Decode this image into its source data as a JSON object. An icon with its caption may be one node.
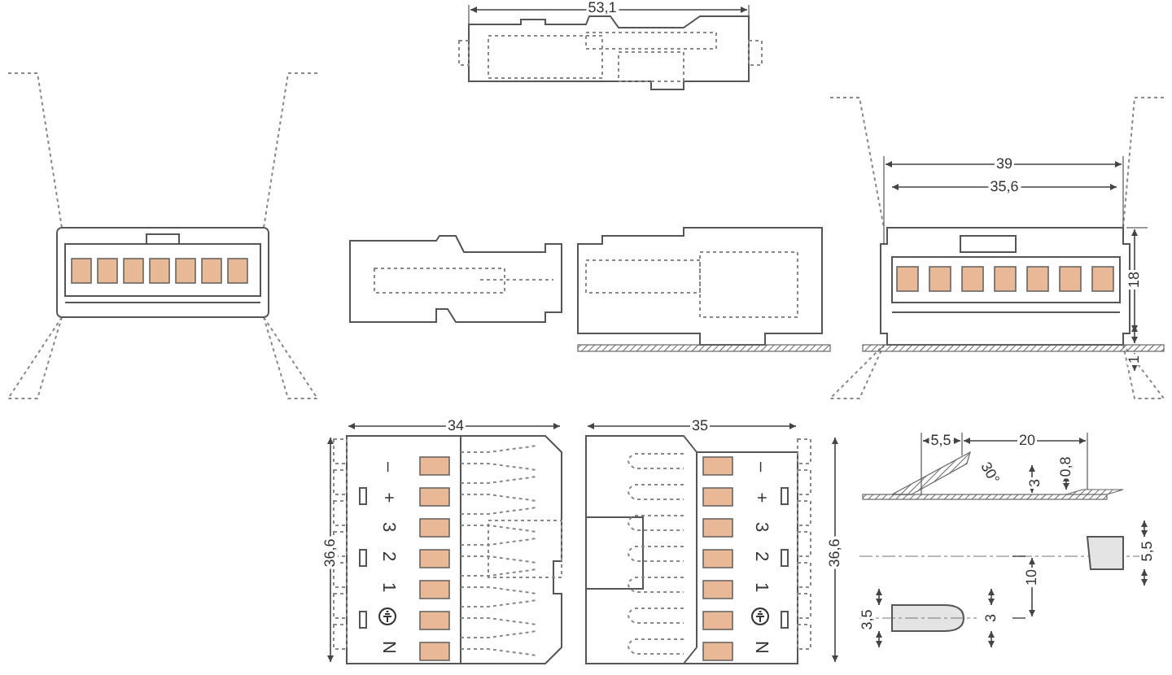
{
  "diagram": {
    "labels": [
      "53,1",
      "39",
      "35,6",
      "18",
      "1",
      "34",
      "35",
      "5,5",
      "20",
      "30°",
      "0,8",
      "3",
      "36,6",
      "–",
      "+",
      "3",
      "2",
      "1",
      "N",
      "–",
      "+",
      "3",
      "2",
      "1",
      "N",
      "36,6",
      "5,5",
      "10",
      "3,5",
      "3"
    ]
  }
}
